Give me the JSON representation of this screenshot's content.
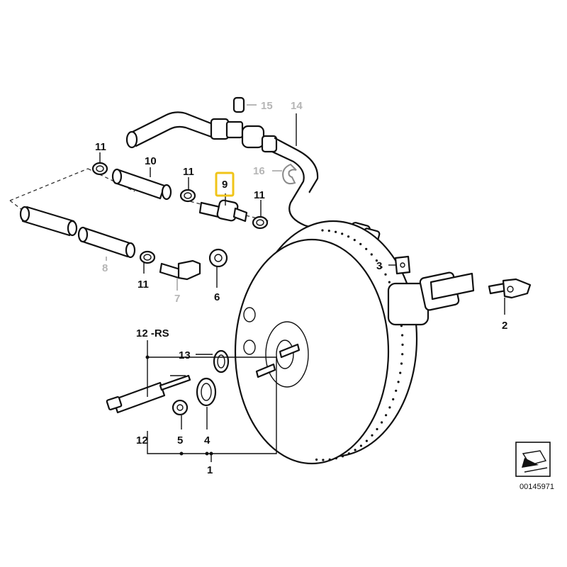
{
  "labels": {
    "l1": "1",
    "l2": "2",
    "l3": "3",
    "l4": "4",
    "l5": "5",
    "l6": "6",
    "l7": "7",
    "l8": "8",
    "l9": "9",
    "l10": "10",
    "l11": "11",
    "l12": "12",
    "l12rs": "12 -RS",
    "l13": "13",
    "l14": "14",
    "l15": "15",
    "l16": "16"
  },
  "reference_number": "00145971",
  "colors": {
    "highlight_box": "#f0c419",
    "inactive_label": "#b5b5b5",
    "line": "#111111"
  },
  "highlighted_part": "9"
}
